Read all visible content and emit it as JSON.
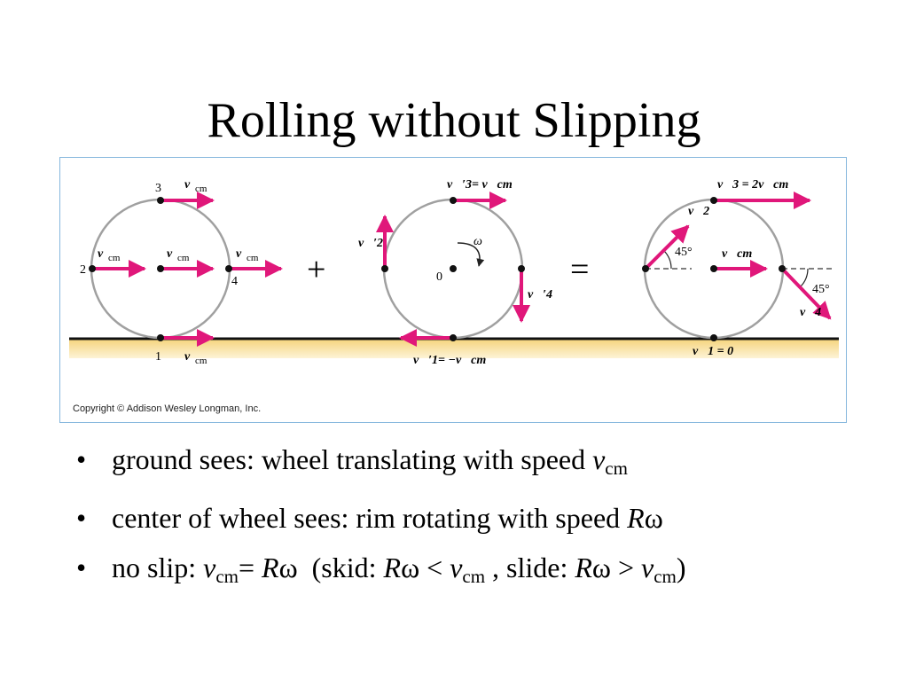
{
  "title": "Rolling without Slipping",
  "figure": {
    "copyright": "Copyright © Addison Wesley Longman, Inc.",
    "plus_sign": "+",
    "equals_sign": "=",
    "translation": {
      "point_labels": [
        "3",
        "2",
        "4",
        "1"
      ],
      "vector_symbol": "v⃗",
      "vector_subscript": "cm"
    },
    "rotation": {
      "center_label": "0",
      "omega_label": "ω",
      "v3_label": "v⃗′3= v⃗cm",
      "v1_label": "v⃗′1= −v⃗cm",
      "v2_label": "v⃗′2",
      "v4_label": "v⃗′4"
    },
    "combined": {
      "v3_label": "v⃗3 = 2v⃗cm",
      "v2_label": "v⃗2",
      "v4_label": "v⃗4",
      "vcm_label": "v⃗cm",
      "v1_label": "v⃗1 = 0",
      "angle_left": "45°",
      "angle_right": "45°"
    },
    "colors": {
      "arrow": "#e0177a",
      "wheel": "#a0a0a0",
      "ground_top": "#f7d98a",
      "ground_line": "#111111",
      "frame": "#86b7dd"
    }
  },
  "bullets": [
    {
      "text": "ground sees: wheel translating with speed ",
      "var": "v",
      "sub": "cm"
    },
    {
      "text": "center of wheel sees: rim rotating with speed ",
      "var": "R",
      "sym": "ω"
    },
    {
      "prefix": "no slip: ",
      "v": "v",
      "cm": "cm",
      "eq": "= ",
      "R": "R",
      "omega": "ω",
      "skid_open": "  (skid: ",
      "lt": " < ",
      "slide": " , slide: ",
      "gt": " > ",
      "close": ")"
    }
  ]
}
